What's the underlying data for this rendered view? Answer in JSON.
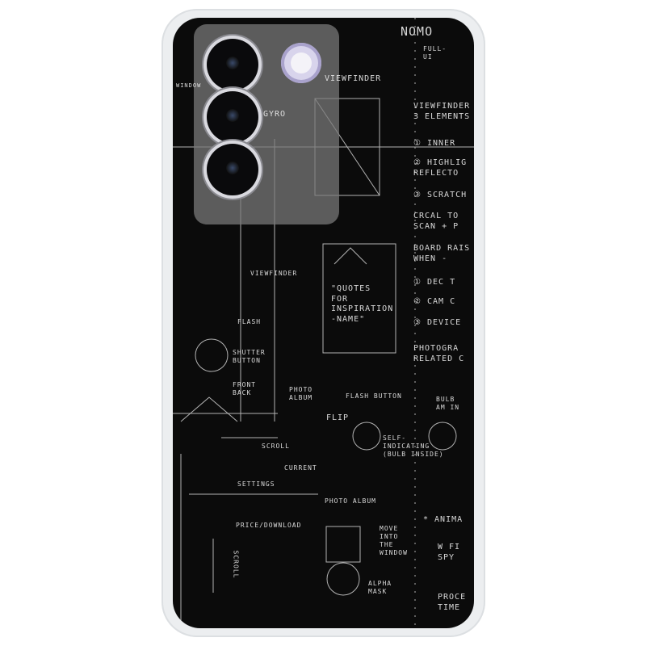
{
  "product": {
    "case_color": "#0b0b0b",
    "module_color": "#7a7a7a",
    "flash_color": "#d8d4ec"
  },
  "sketch_texts": [
    "NOMO",
    "FULL-\nUI",
    "VIEWFINDER",
    "VIEWFINDER\n3 ELEMENTS",
    "① INNER",
    "② HIGHLIG\nREFLECTO",
    "③ SCRATCH",
    "CRCAL TO\nSCAN + P",
    "BOARD RAIS\nWHEN -",
    "① DEC T",
    "② CAM C",
    "③ DEVICE",
    "PHOTOGRA\nRELATED C",
    "GYRO",
    "VIEWFINDER",
    "\"QUOTES\nFOR\nINSPIRATION\n-NAME\"",
    "FLASH",
    "SHUTTER\nBUTTON",
    "FRONT\nBACK",
    "PHOTO\nALBUM",
    "FLASH BUTTON",
    "BULB\nAM IN",
    "FLIP",
    "SELF-\nINDICATING\n(BULB INSIDE)",
    "SCROLL",
    "CURRENT",
    "SETTINGS",
    "PHOTO ALBUM",
    "PRICE/DOWNLOAD",
    "MOVE\nINTO\nTHE\nWINDOW",
    "ALPHA\nMASK",
    "SCROLL",
    "* ANIMA",
    "W FI\nSPY",
    "PROCE\nTIME",
    "WINDOW"
  ]
}
